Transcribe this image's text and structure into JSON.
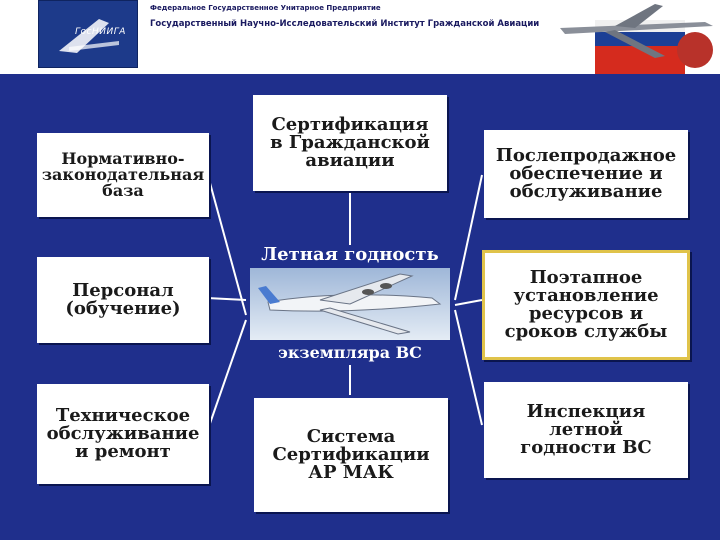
{
  "header": {
    "logo_text": "ГосНИИГА",
    "line1": "Федеральное Государственное Унитарное Предприятие",
    "line2": "Государственный Научно-Исследовательский Институт Гражданской Авиации"
  },
  "left_boxes": [
    {
      "lines": [
        "Нормативно-",
        "законодательная",
        "база"
      ]
    },
    {
      "lines": [
        "Персонал",
        "(обучение)"
      ]
    },
    {
      "lines": [
        "Техническое",
        "обслуживание",
        "и ремонт"
      ]
    }
  ],
  "center": {
    "top": {
      "lines": [
        "Сертификация",
        "в Гражданской",
        "авиации"
      ]
    },
    "middle_top": "Летная годность",
    "middle_bottom": "экземпляра ВС",
    "bottom": {
      "lines": [
        "Система",
        "Сертификации",
        "АР МАК"
      ]
    }
  },
  "right_boxes": [
    {
      "lines": [
        "Послепродажное",
        "обеспечение и",
        "обслуживание"
      ]
    },
    {
      "lines": [
        "Поэтапное",
        "установление",
        "ресурсов и",
        "сроков службы"
      ]
    },
    {
      "lines": [
        "Инспекция",
        "летной",
        "годности ВС"
      ]
    }
  ],
  "colors": {
    "background": "#1f2f8c",
    "box_fill": "#ffffff",
    "highlight_border": "#e0c34a"
  },
  "icons": {
    "logo": "aircraft-logo",
    "header_image": "airliner-with-flag",
    "center_image": "cargo-aircraft"
  }
}
